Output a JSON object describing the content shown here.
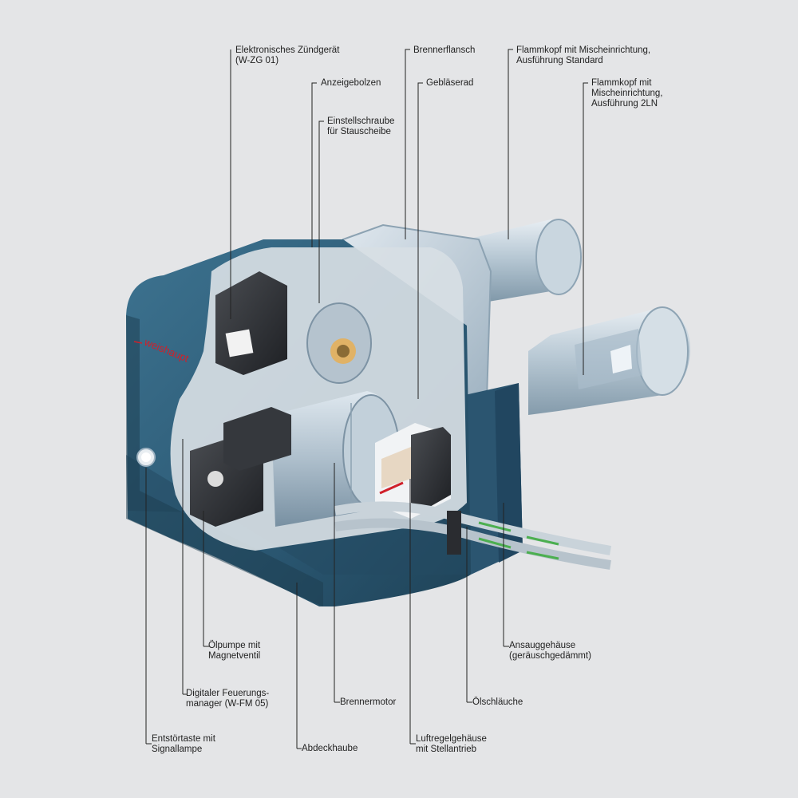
{
  "brand": "weishaupt",
  "colors": {
    "background": "#e4e5e7",
    "housing": "#2f5f79",
    "metal": "#c7d3dc",
    "brand_red": "#d0202a",
    "leader": "#222222"
  },
  "labels": {
    "zuendgeraet": {
      "lines": [
        "Elektronisches Zündgerät",
        "(W-ZG 01)"
      ]
    },
    "anzeigebolzen": {
      "lines": [
        "Anzeigebolzen"
      ]
    },
    "einstellschraube": {
      "lines": [
        "Einstellschraube",
        "für Stauscheibe"
      ]
    },
    "brennerflansch": {
      "lines": [
        "Brennerflansch"
      ]
    },
    "geblaeserad": {
      "lines": [
        "Gebläserad"
      ]
    },
    "flammkopf_standard": {
      "lines": [
        "Flammkopf mit Mischeinrichtung,",
        "Ausführung Standard"
      ]
    },
    "flammkopf_2ln": {
      "lines": [
        "Flammkopf mit",
        "Mischeinrichtung,",
        "Ausführung 2LN"
      ]
    },
    "oelpumpe": {
      "lines": [
        "Ölpumpe mit",
        "Magnetventil"
      ]
    },
    "feuerungsmanager": {
      "lines": [
        "Digitaler Feuerungs-",
        "manager (W-FM 05)"
      ]
    },
    "entstoertaste": {
      "lines": [
        "Entstörtaste mit",
        "Signallampe"
      ]
    },
    "abdeckhaube": {
      "lines": [
        "Abdeckhaube"
      ]
    },
    "brennermotor": {
      "lines": [
        "Brennermotor"
      ]
    },
    "luftregelgehaeuse": {
      "lines": [
        "Luftregelgehäuse",
        "mit Stellantrieb"
      ]
    },
    "oelschlaeuche": {
      "lines": [
        "Ölschläuche"
      ]
    },
    "ansauggehaeuse": {
      "lines": [
        "Ansauggehäuse",
        "(geräuschgedämmt)"
      ]
    }
  }
}
